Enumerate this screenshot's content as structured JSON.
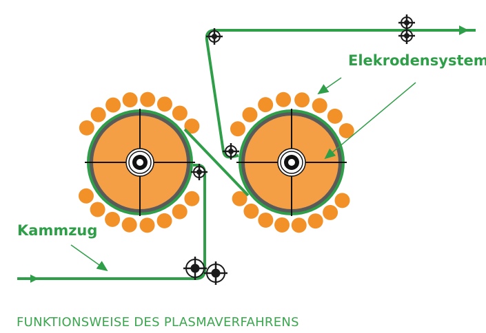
{
  "labels": {
    "electrode_system": "Elekrodensystem",
    "sliver": "Kammzug"
  },
  "caption": "FUNKTIONSWEISE DES PLASMAVERFAHRENS",
  "colors": {
    "web": "#2f9e48",
    "roller_fill": "#f49f45",
    "electrode": "#f39129",
    "roller_rim": "#5a5a5a",
    "crosshair": "#1a1a1a"
  }
}
